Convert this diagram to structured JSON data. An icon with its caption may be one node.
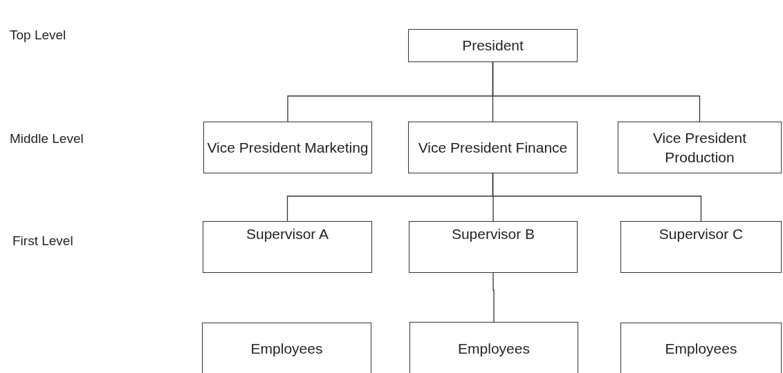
{
  "diagram": {
    "nodes": [
      {
        "text": [
          "President"
        ]
      },
      {
        "text": [
          "Vice President Marketing"
        ]
      },
      {
        "text": [
          "Vice President Finance"
        ]
      },
      {
        "text": [
          "Vice President Production"
        ]
      },
      {
        "text": [
          "Supervisor A"
        ]
      },
      {
        "text": [
          "Supervisor B"
        ]
      },
      {
        "text": [
          "Supervisor C"
        ]
      },
      {
        "text": [
          "Employees"
        ]
      },
      {
        "text": [
          "Employees"
        ]
      },
      {
        "text": [
          "Employees"
        ]
      }
    ],
    "edges": [
      {
        "from": 0,
        "to": 1,
        "arrow": "none"
      },
      {
        "from": 0,
        "to": 2,
        "arrow": "none"
      },
      {
        "from": 0,
        "to": 3,
        "arrow": "none"
      },
      {
        "from": 2,
        "to": 4,
        "arrow": "none"
      },
      {
        "from": 2,
        "to": 5,
        "arrow": "none"
      },
      {
        "from": 2,
        "to": 6,
        "arrow": "none"
      },
      {
        "from": 5,
        "to": 8,
        "arrow": "none"
      }
    ],
    "labels": [
      "Top Level",
      "Middle Level",
      "First Level"
    ]
  }
}
